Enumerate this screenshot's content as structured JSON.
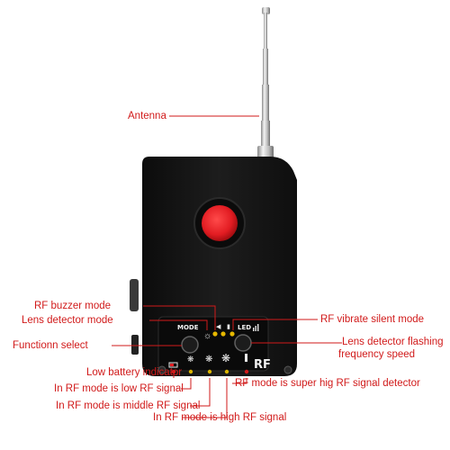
{
  "labels": {
    "antenna": "Antenna",
    "rf_buzzer_mode": "RF buzzer mode",
    "lens_detector_mode": "Lens detector mode",
    "function_select": "Functionn select",
    "rf_vibrate_silent_mode": "RF vibrate silent mode",
    "lens_flash_speed_line1": "Lens detector flashing",
    "lens_flash_speed_line2": "frequency speed",
    "low_battery_indicator": "Low battery indicator",
    "rf_low_signal": "In RF mode is low RF signal",
    "rf_middle_signal": "In RF mode is middle RF signal",
    "rf_high_signal": "In RF mode is high RF signal",
    "rf_super_high_signal": "RF mode is super hig RF signal detector"
  },
  "device": {
    "mode_label": "MODE",
    "led_label": "LED",
    "rf_label": "RF"
  },
  "colors": {
    "callout": "#d11a1a",
    "body": "#161616",
    "lens": "#e21c22",
    "antenna": "#c9c9c9"
  }
}
